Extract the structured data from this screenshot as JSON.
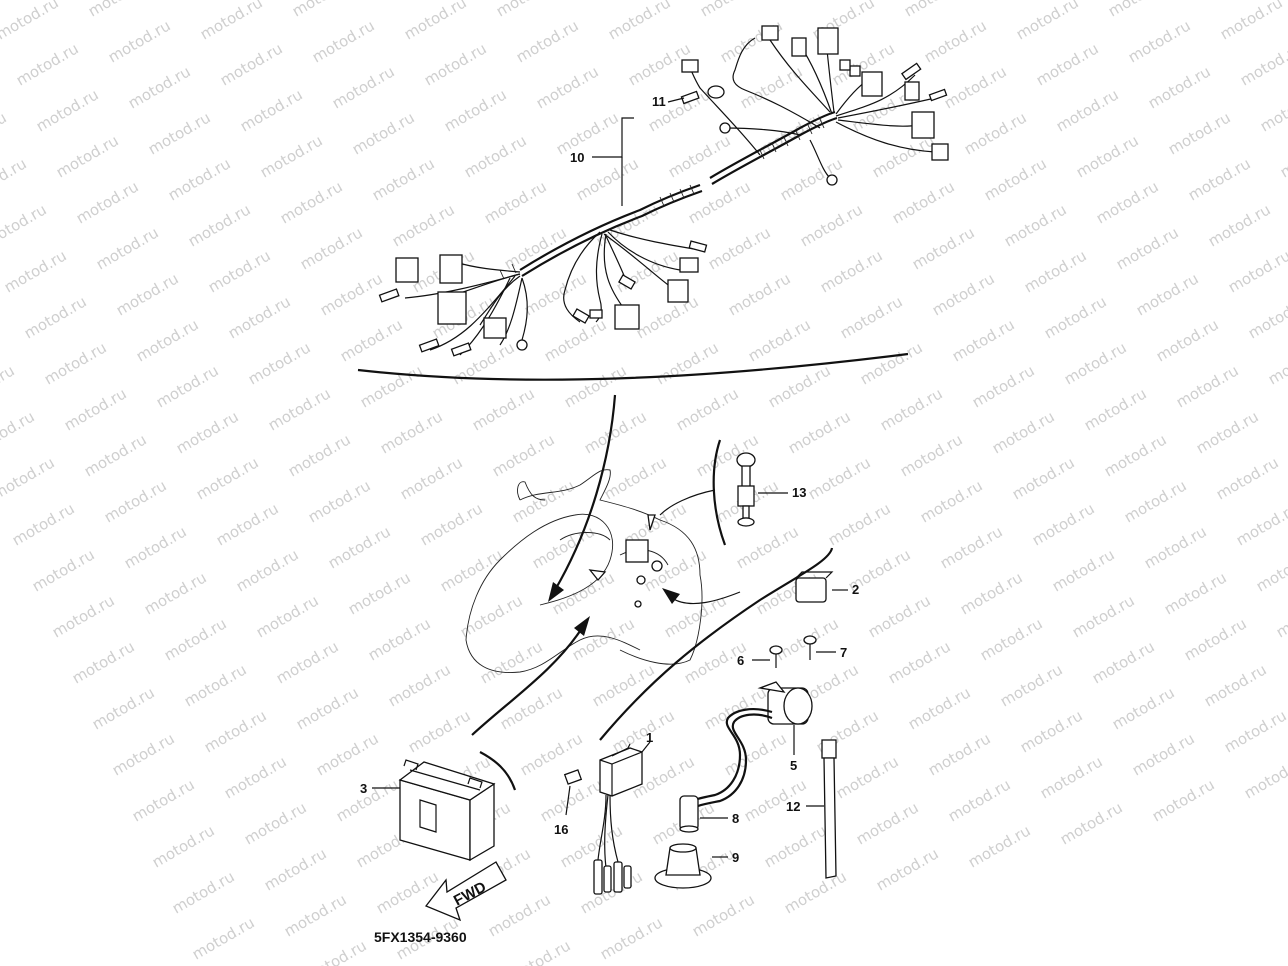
{
  "watermark": {
    "text": "motod.ru"
  },
  "diagram": {
    "code": "5FX1354-9360",
    "fwd_label": "FWD",
    "callouts": {
      "p1": "1",
      "p2": "2",
      "p3": "3",
      "p5": "5",
      "p6": "6",
      "p7": "7",
      "p8": "8",
      "p9": "9",
      "p10": "10",
      "p11": "11",
      "p12": "12",
      "p13": "13",
      "p16": "16"
    }
  }
}
